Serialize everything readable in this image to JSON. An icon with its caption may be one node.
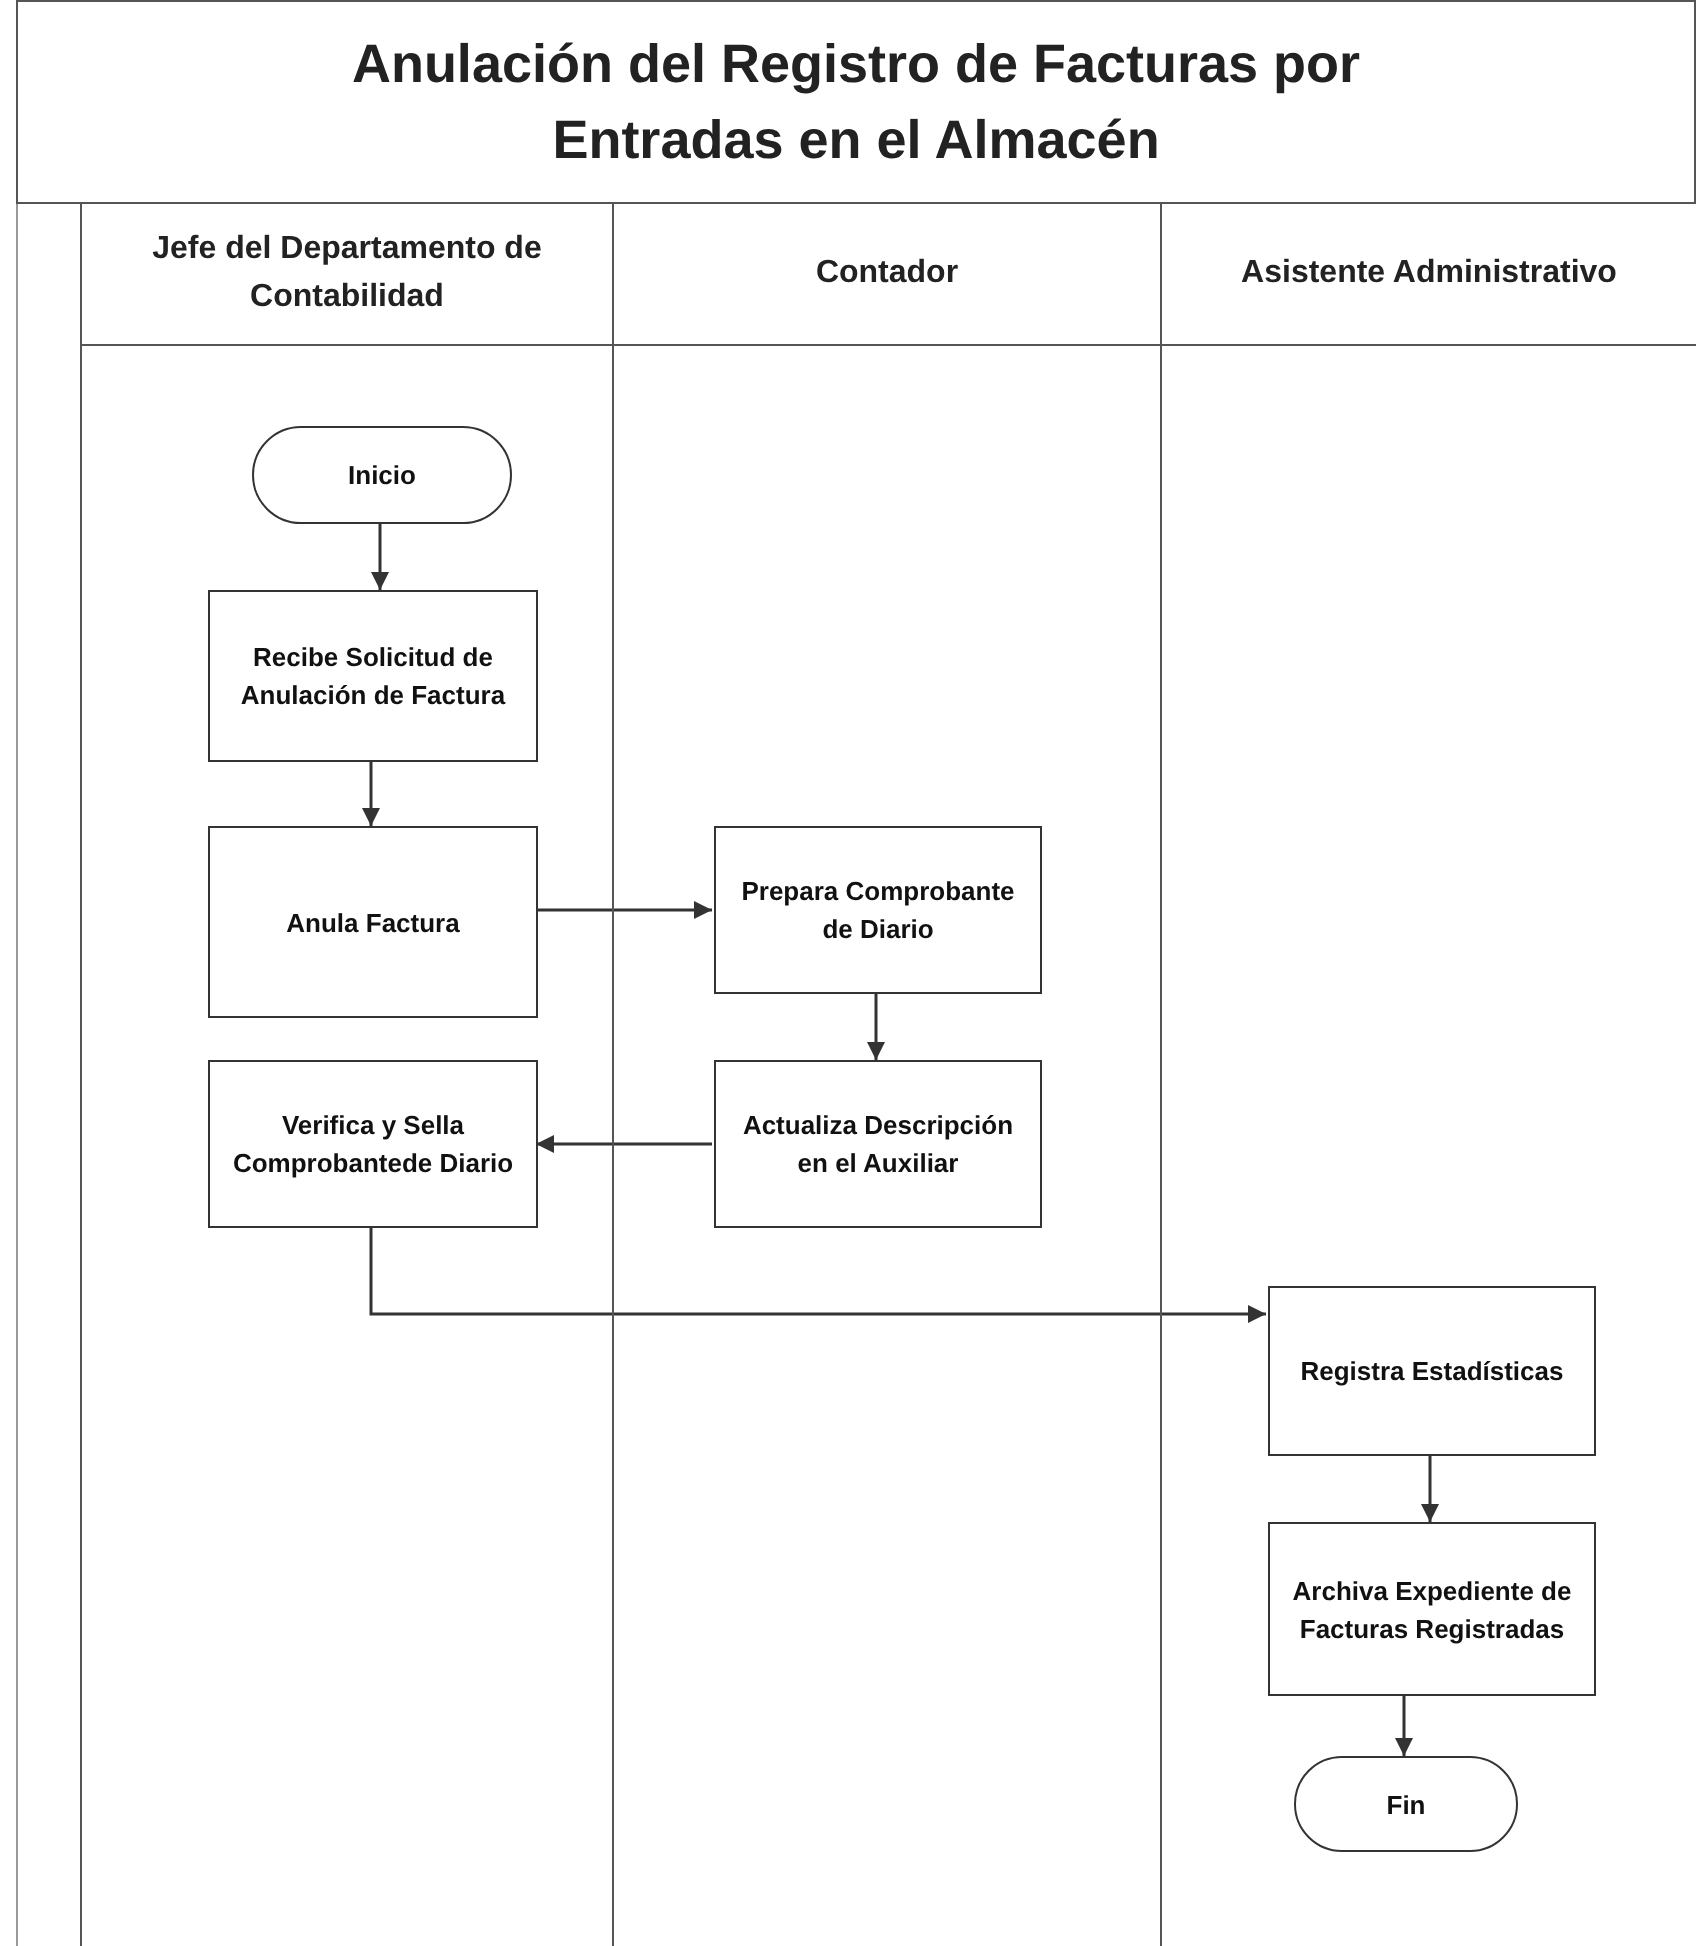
{
  "diagram": {
    "title": "Anulación del Registro de Facturas por Entradas en el Almacén",
    "nodes": [
      {
        "text": [
          "Jefe del Departamento de Contabilidad"
        ]
      },
      {
        "text": [
          "Contador"
        ]
      },
      {
        "text": [
          "Asistente Administrativo"
        ]
      },
      {
        "text": [
          "Inicio"
        ],
        "in": 0
      },
      {
        "text": [
          "Recibe Solicitud de Anulación de Factura"
        ],
        "in": 0
      },
      {
        "text": [
          "Anula Factura"
        ],
        "in": 0
      },
      {
        "text": [
          "Prepara Comprobante de Diario"
        ],
        "in": 1
      },
      {
        "text": [
          "Actualiza Descripción en el Auxiliar"
        ],
        "in": 1
      },
      {
        "text": [
          "Verifica y Sella Comprobantede Diario"
        ],
        "in": 0
      },
      {
        "text": [
          "Registra Estadísticas"
        ],
        "in": 2
      },
      {
        "text": [
          "Archiva Expediente de Facturas Registradas"
        ],
        "in": 2
      },
      {
        "text": [
          "Fin"
        ],
        "in": 2
      }
    ],
    "edges": [
      {
        "from": 3,
        "to": 4,
        "arrow": "to"
      },
      {
        "from": 4,
        "to": 5,
        "arrow": "to"
      },
      {
        "from": 5,
        "to": 6,
        "arrow": "to"
      },
      {
        "from": 6,
        "to": 7,
        "arrow": "to"
      },
      {
        "from": 7,
        "to": 8,
        "arrow": "to"
      },
      {
        "from": 8,
        "to": 9,
        "arrow": "to"
      },
      {
        "from": 9,
        "to": 10,
        "arrow": "to"
      },
      {
        "from": 10,
        "to": 11,
        "arrow": "to"
      }
    ]
  }
}
